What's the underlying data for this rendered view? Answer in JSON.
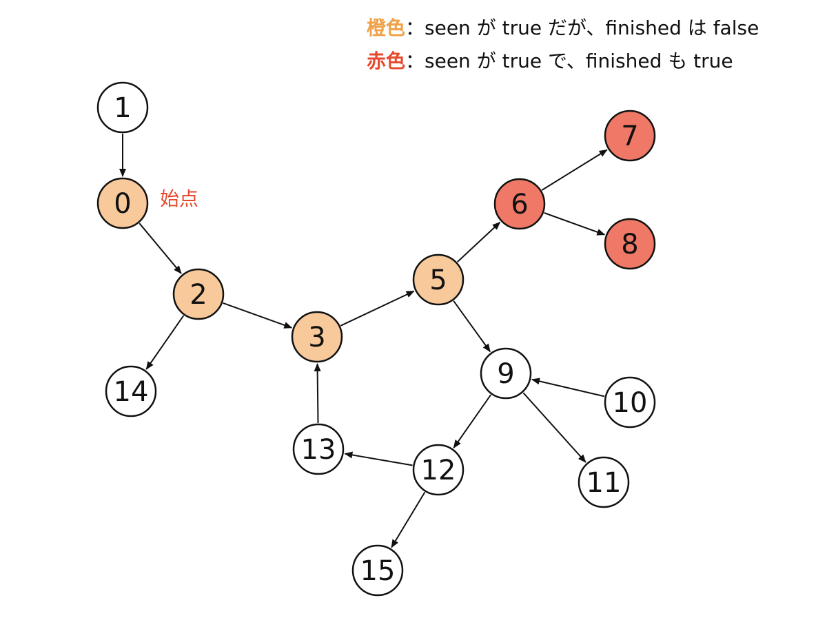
{
  "colors": {
    "orange_fill": "#f8c99b",
    "red_fill": "#f07866",
    "white_fill": "#ffffff",
    "stroke": "#111111",
    "legend_orange_text": "#f0a046",
    "legend_red_text": "#e64a2e",
    "annotation_text": "#e64a2e"
  },
  "legend": [
    {
      "key": "橙色",
      "color": "orange",
      "text": "：seen が true だが、finished は false"
    },
    {
      "key": "赤色",
      "color": "red",
      "text": "：seen が true で、finished も true"
    }
  ],
  "start_label": "始点",
  "nodes": [
    {
      "id": 0,
      "label": "0",
      "state": "orange"
    },
    {
      "id": 1,
      "label": "1",
      "state": "white"
    },
    {
      "id": 2,
      "label": "2",
      "state": "orange"
    },
    {
      "id": 3,
      "label": "3",
      "state": "orange"
    },
    {
      "id": 5,
      "label": "5",
      "state": "orange"
    },
    {
      "id": 6,
      "label": "6",
      "state": "red"
    },
    {
      "id": 7,
      "label": "7",
      "state": "red"
    },
    {
      "id": 8,
      "label": "8",
      "state": "red"
    },
    {
      "id": 9,
      "label": "9",
      "state": "white"
    },
    {
      "id": 10,
      "label": "10",
      "state": "white"
    },
    {
      "id": 11,
      "label": "11",
      "state": "white"
    },
    {
      "id": 12,
      "label": "12",
      "state": "white"
    },
    {
      "id": 13,
      "label": "13",
      "state": "white"
    },
    {
      "id": 14,
      "label": "14",
      "state": "white"
    },
    {
      "id": 15,
      "label": "15",
      "state": "white"
    }
  ],
  "edges": [
    {
      "from": 1,
      "to": 0
    },
    {
      "from": 0,
      "to": 2
    },
    {
      "from": 2,
      "to": 14
    },
    {
      "from": 2,
      "to": 3
    },
    {
      "from": 3,
      "to": 5
    },
    {
      "from": 5,
      "to": 6
    },
    {
      "from": 6,
      "to": 7
    },
    {
      "from": 6,
      "to": 8
    },
    {
      "from": 5,
      "to": 9
    },
    {
      "from": 10,
      "to": 9
    },
    {
      "from": 9,
      "to": 11
    },
    {
      "from": 9,
      "to": 12
    },
    {
      "from": 12,
      "to": 13
    },
    {
      "from": 13,
      "to": 3
    },
    {
      "from": 12,
      "to": 15
    }
  ]
}
